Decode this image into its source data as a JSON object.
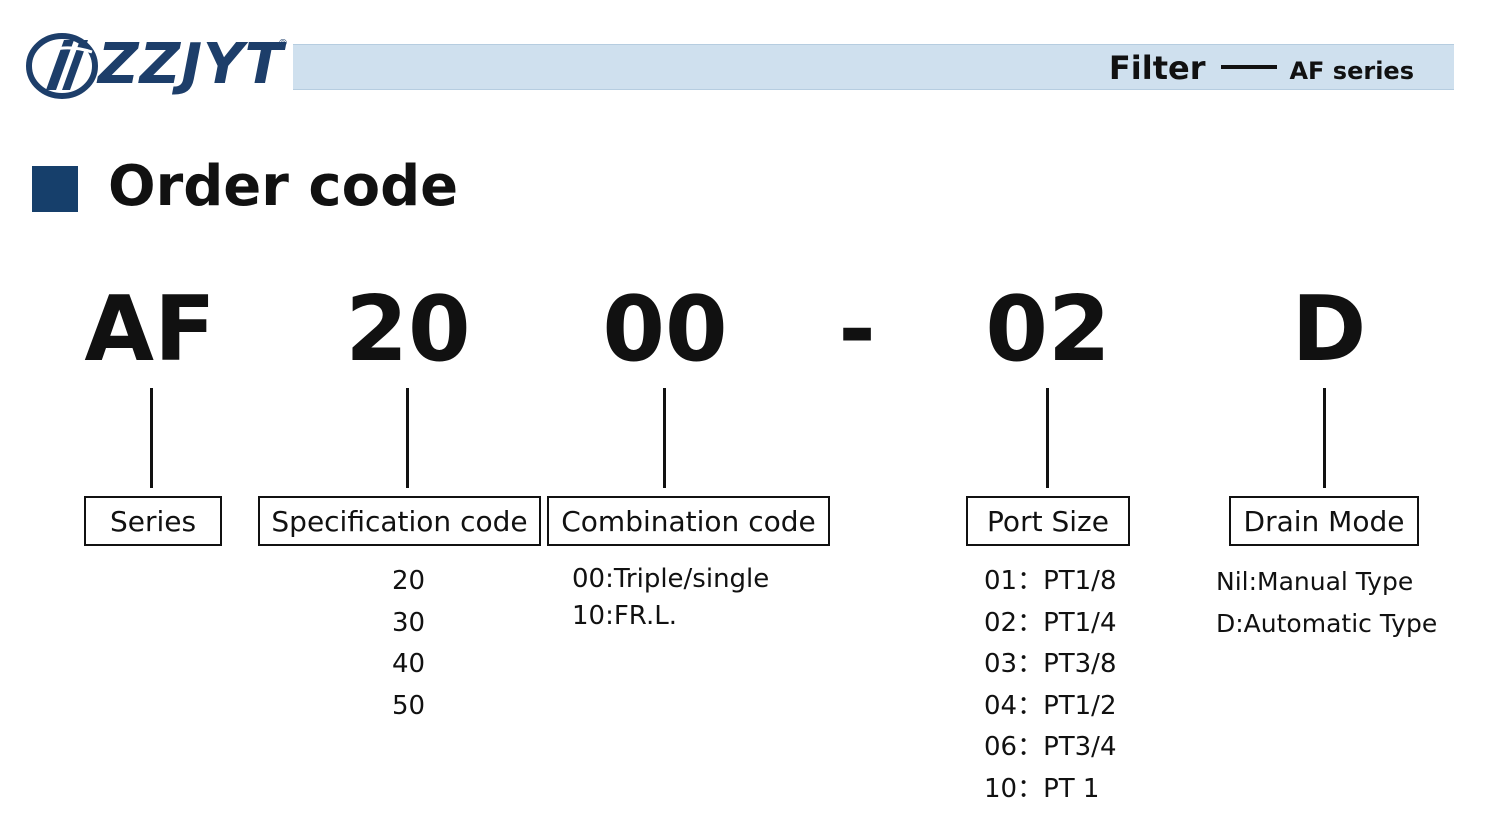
{
  "brand": {
    "logo_text": "ZZJYT",
    "registered": "®"
  },
  "header": {
    "title": "Filter",
    "subtitle": "AF series"
  },
  "section": {
    "title": "Order code"
  },
  "code": {
    "segments": [
      "AF",
      "20",
      "00",
      "-",
      "02",
      "D"
    ]
  },
  "labels": {
    "series": "Series",
    "specification": "Specification code",
    "combination": "Combination code",
    "port": "Port Size",
    "drain": "Drain Mode"
  },
  "specification_options": [
    "20",
    "30",
    "40",
    "50"
  ],
  "combination_options": [
    "00:Triple/single",
    "10:FR.L."
  ],
  "port_options": [
    "01：PT1/8",
    "02：PT1/4",
    "03：PT3/8",
    "04：PT1/2",
    "06：PT3/4",
    "10：PT 1"
  ],
  "drain_options": [
    "Nil:Manual Type",
    "D:Automatic Type"
  ],
  "colors": {
    "accent": "#163f6b",
    "header_bar": "#cfe0ee",
    "logo": "#1d3e6a"
  }
}
